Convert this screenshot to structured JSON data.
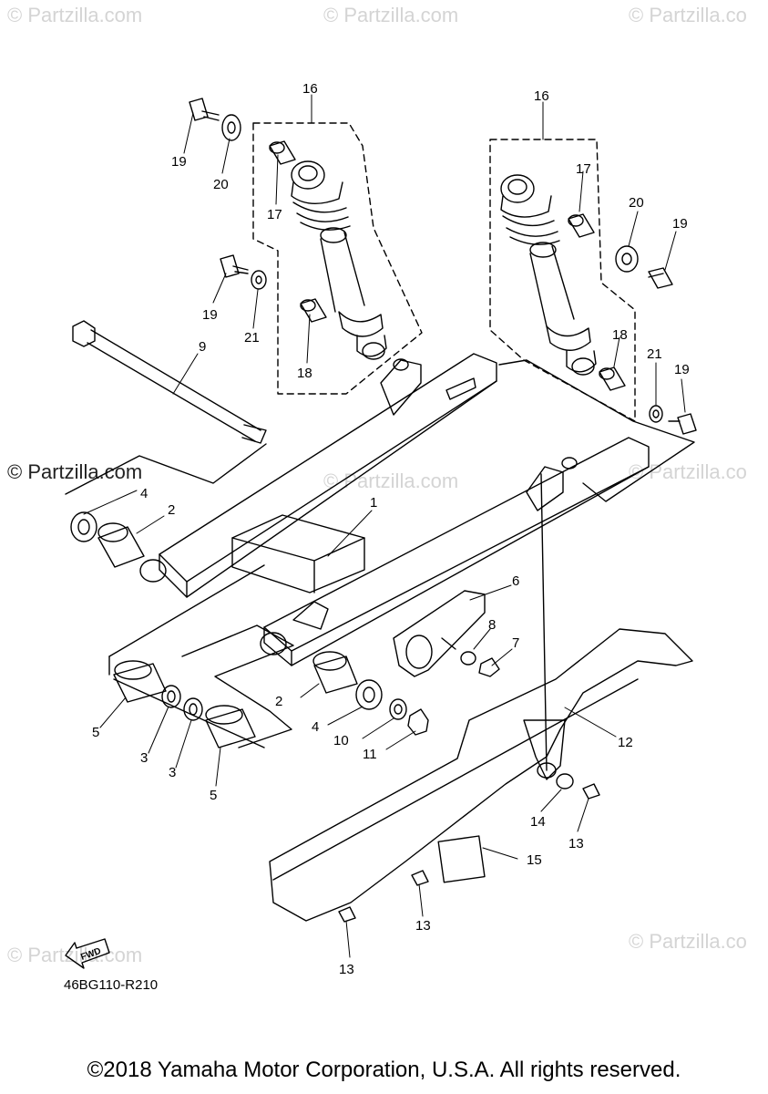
{
  "watermarks": {
    "top_left": "© Partzilla.com",
    "top_center": "© Partzilla.com",
    "top_right": "© Partzilla.co",
    "mid_left": "© Partzilla.com",
    "mid_center": "© Partzilla.com",
    "mid_right": "© Partzilla.co",
    "bottom_left": "© Partzilla.com",
    "bottom_right": "© Partzilla.co"
  },
  "callouts": {
    "c1": "1",
    "c2a": "2",
    "c2b": "2",
    "c3a": "3",
    "c3b": "3",
    "c4a": "4",
    "c4b": "4",
    "c5a": "5",
    "c5b": "5",
    "c6": "6",
    "c7": "7",
    "c8": "8",
    "c9": "9",
    "c10": "10",
    "c11": "11",
    "c12": "12",
    "c13a": "13",
    "c13b": "13",
    "c13c": "13",
    "c14": "14",
    "c15": "15",
    "c16a": "16",
    "c16b": "16",
    "c17a": "17",
    "c17b": "17",
    "c18a": "18",
    "c18b": "18",
    "c19a": "19",
    "c19b": "19",
    "c19c": "19",
    "c19d": "19",
    "c20a": "20",
    "c20b": "20",
    "c21a": "21",
    "c21b": "21"
  },
  "fwd_label": "FWD",
  "diagram_code": "46BG110-R210",
  "copyright": "©2018 Yamaha Motor Corporation, U.S.A. All rights reserved."
}
